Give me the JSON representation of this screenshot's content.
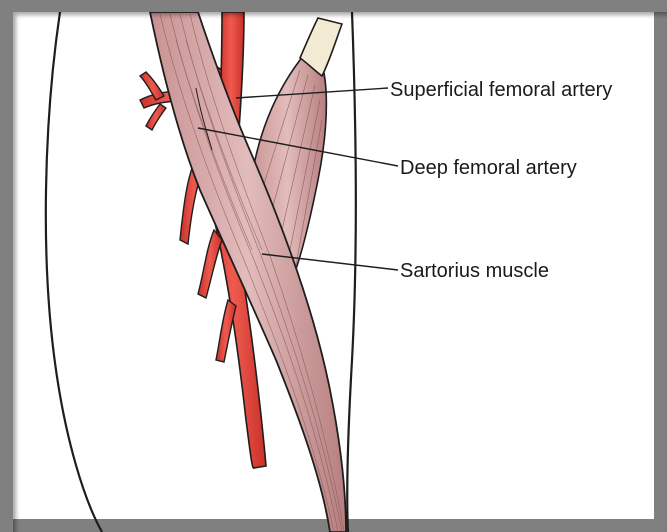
{
  "labels": {
    "superficial_femoral_artery": "Superficial femoral artery",
    "deep_femoral_artery": "Deep femoral artery",
    "sartorius_muscle": "Sartorius muscle"
  },
  "colors": {
    "artery": "#e8453c",
    "artery_dark": "#b52a22",
    "muscle": "#d4a6a6",
    "muscle_dark": "#a86f6f",
    "tendon": "#f2ead2",
    "outline": "#1e1e1e",
    "frame": "#808080"
  }
}
